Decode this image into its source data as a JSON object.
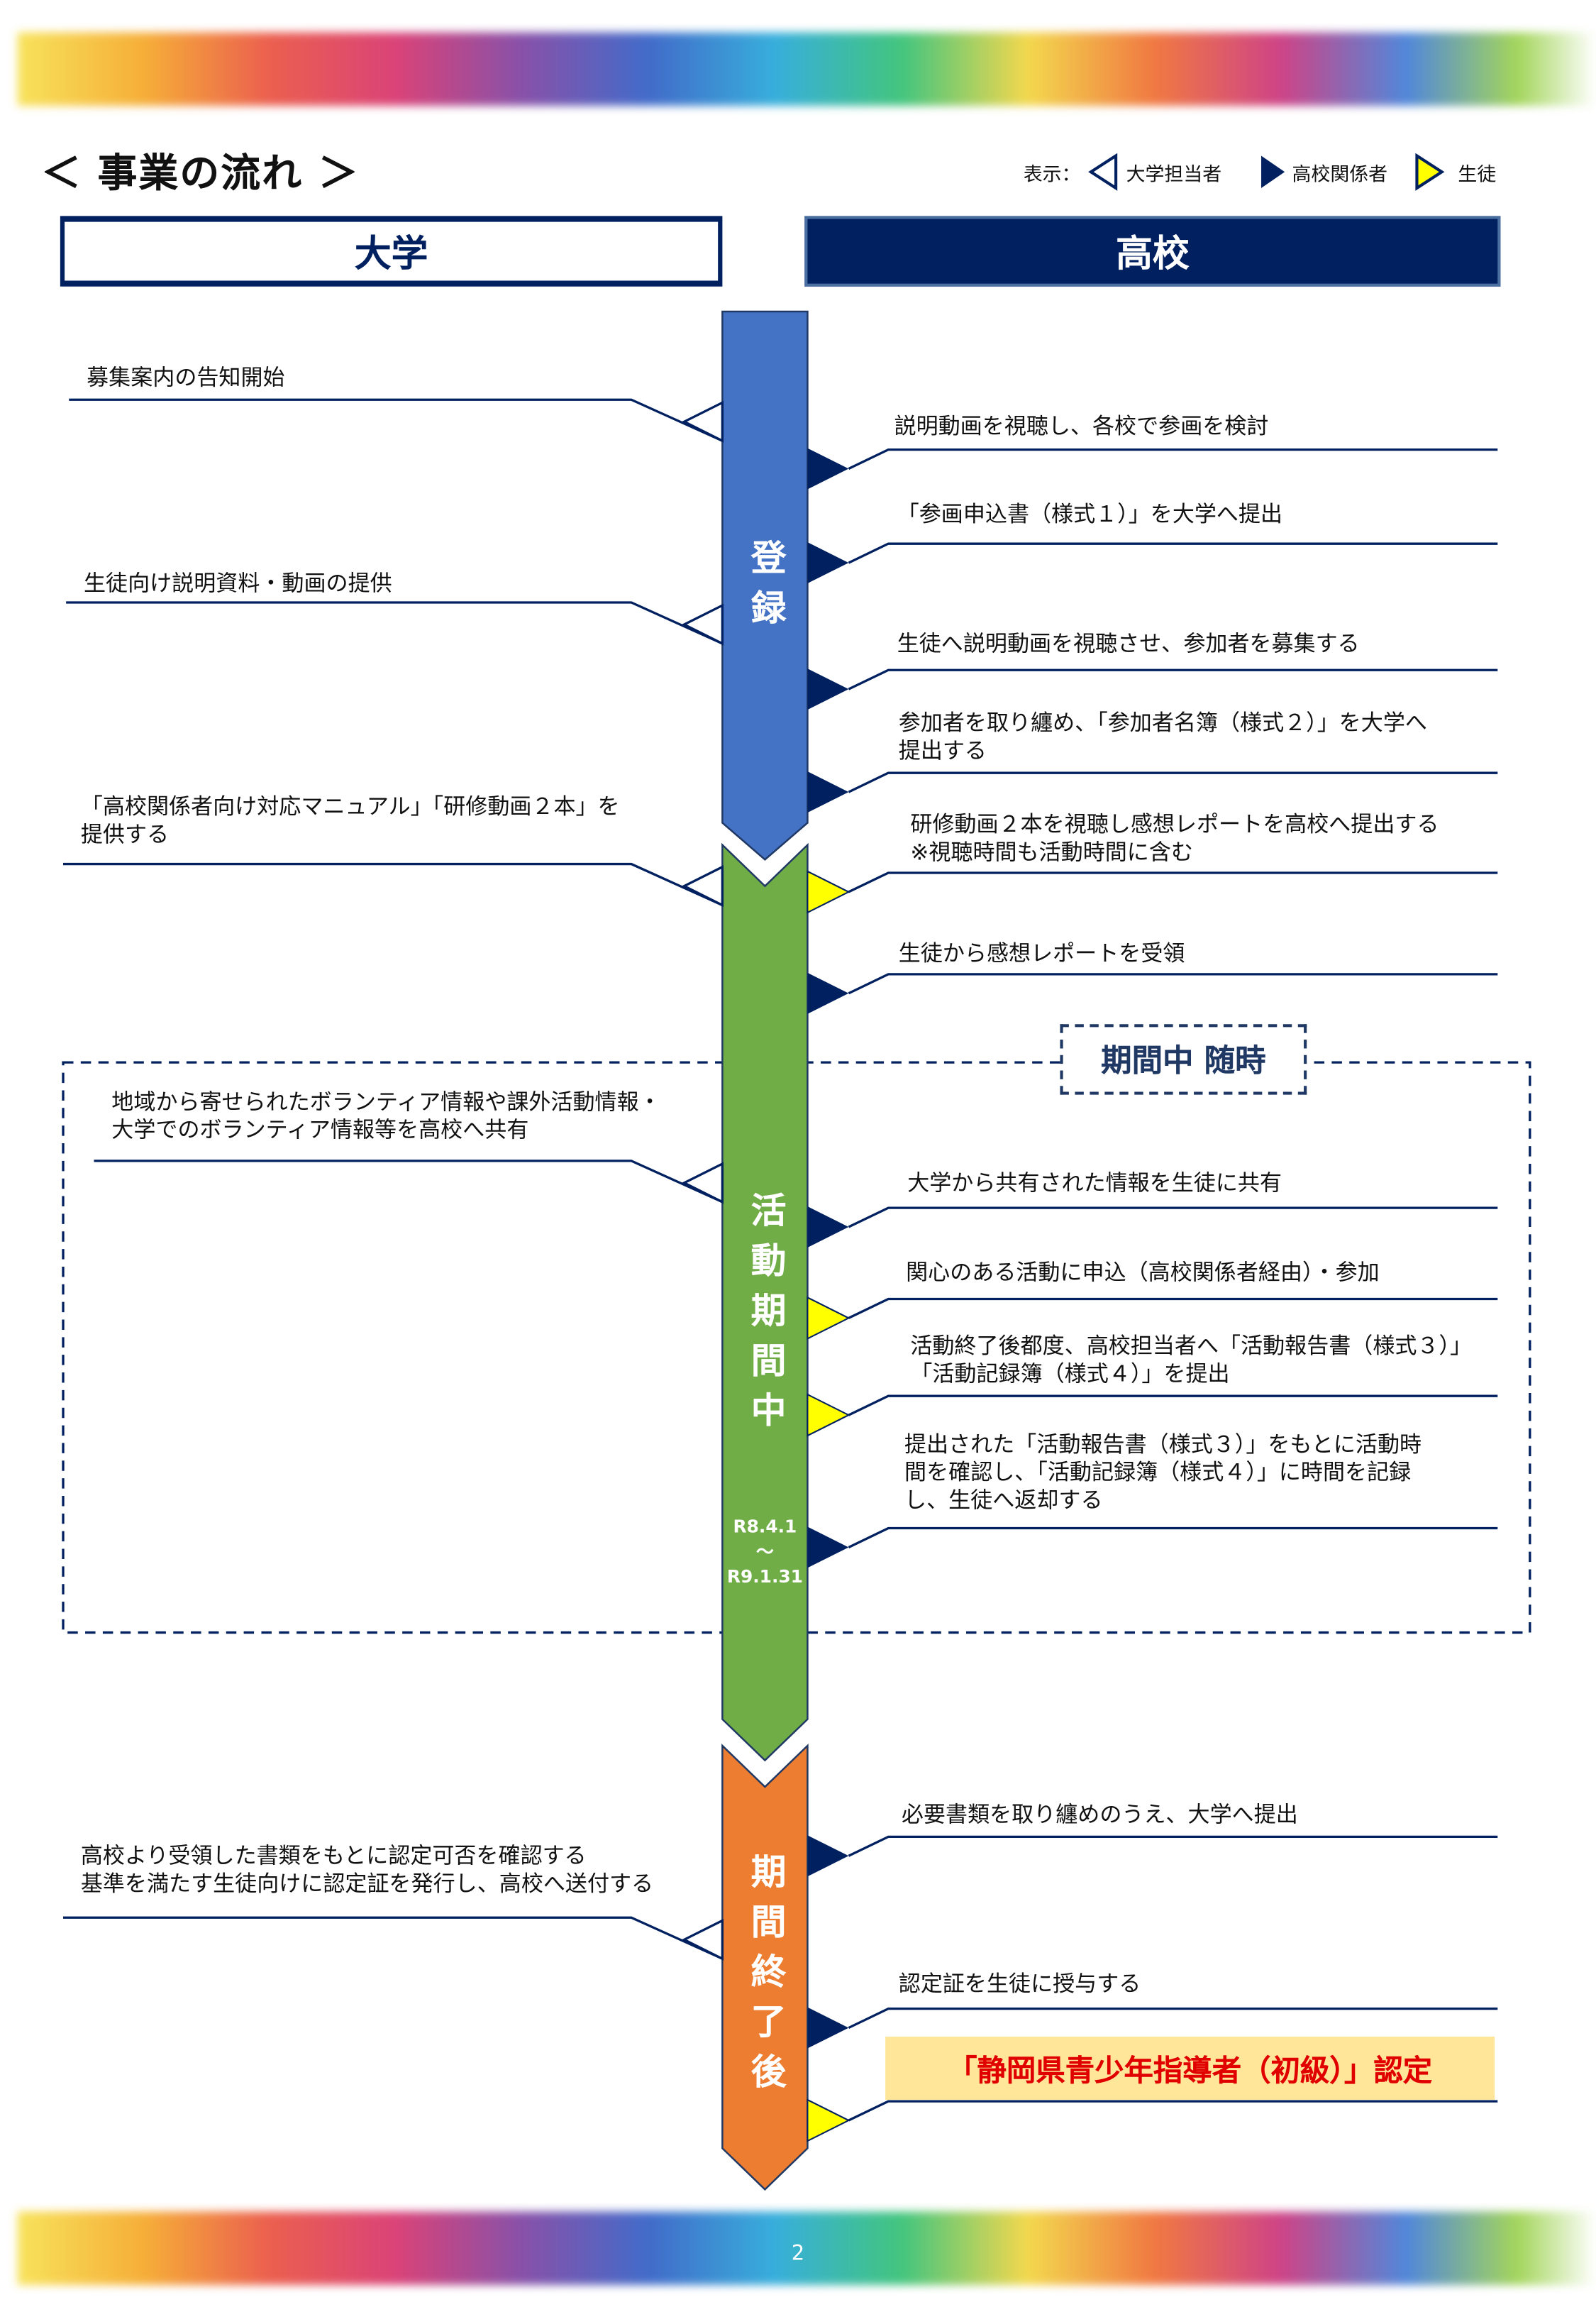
{
  "title": "＜ 事業の流れ ＞",
  "legend": {
    "label": "表示：",
    "university": "大学担当者",
    "school": "高校関係者",
    "student": "生徒"
  },
  "headers": {
    "university": "大学",
    "school": "高校"
  },
  "phases": [
    {
      "label": "登録",
      "chars": [
        "登",
        "録"
      ],
      "color": "#4472c4"
    },
    {
      "label": "活動期間中",
      "chars": [
        "活",
        "動",
        "期",
        "間",
        "中"
      ],
      "color": "#70ad47",
      "date_start": "R8.4.1",
      "date_sep": "～",
      "date_end": "R9.1.31"
    },
    {
      "label": "期間終了後",
      "chars": [
        "期",
        "間",
        "終",
        "了",
        "後"
      ],
      "color": "#ed7d31"
    }
  ],
  "period_label": "期間中 随時",
  "left_items": [
    {
      "text": "募集案内の告知開始",
      "actor": "university"
    },
    {
      "text": "生徒向け説明資料・動画の提供",
      "actor": "university"
    },
    {
      "text": "「高校関係者向け対応マニュアル」「研修動画２本」を\n提供する",
      "actor": "university"
    },
    {
      "text": "地域から寄せられたボランティア情報や課外活動情報・\n大学でのボランティア情報等を高校へ共有",
      "actor": "university"
    },
    {
      "text": "高校より受領した書類をもとに認定可否を確認する\n基準を満たす生徒向けに認定証を発行し、高校へ送付する",
      "actor": "university"
    }
  ],
  "right_items": [
    {
      "text": "説明動画を視聴し、各校で参画を検討",
      "actor": "school"
    },
    {
      "text": "「参画申込書（様式１）」を大学へ提出",
      "actor": "school"
    },
    {
      "text": "生徒へ説明動画を視聴させ、参加者を募集する",
      "actor": "school"
    },
    {
      "text": "参加者を取り纏め、「参加者名簿（様式２）」を大学へ\n提出する",
      "actor": "school"
    },
    {
      "text": "研修動画２本を視聴し感想レポートを高校へ提出する\n※視聴時間も活動時間に含む",
      "actor": "student"
    },
    {
      "text": "生徒から感想レポートを受領",
      "actor": "school"
    },
    {
      "text": "大学から共有された情報を生徒に共有",
      "actor": "school"
    },
    {
      "text": "関心のある活動に申込（高校関係者経由）・参加",
      "actor": "student"
    },
    {
      "text": "活動終了後都度、高校担当者へ「活動報告書（様式３）」\n「活動記録簿（様式４）」を提出",
      "actor": "student"
    },
    {
      "text": "提出された「活動報告書（様式３）」をもとに活動時\n間を確認し、「活動記録簿（様式４）」に時間を記録\nし、生徒へ返却する",
      "actor": "school"
    },
    {
      "text": "必要書類を取り纏めのうえ、大学へ提出",
      "actor": "school"
    },
    {
      "text": "認定証を生徒に授与する",
      "actor": "school"
    },
    {
      "text": "「静岡県青少年指導者（初級）」認定",
      "actor": "student",
      "highlight": true
    }
  ],
  "colors": {
    "navy": "#002060",
    "student": "#ffff00",
    "highlight_bg": "#ffe699",
    "highlight_text": "#e00000"
  },
  "page_number": "2"
}
